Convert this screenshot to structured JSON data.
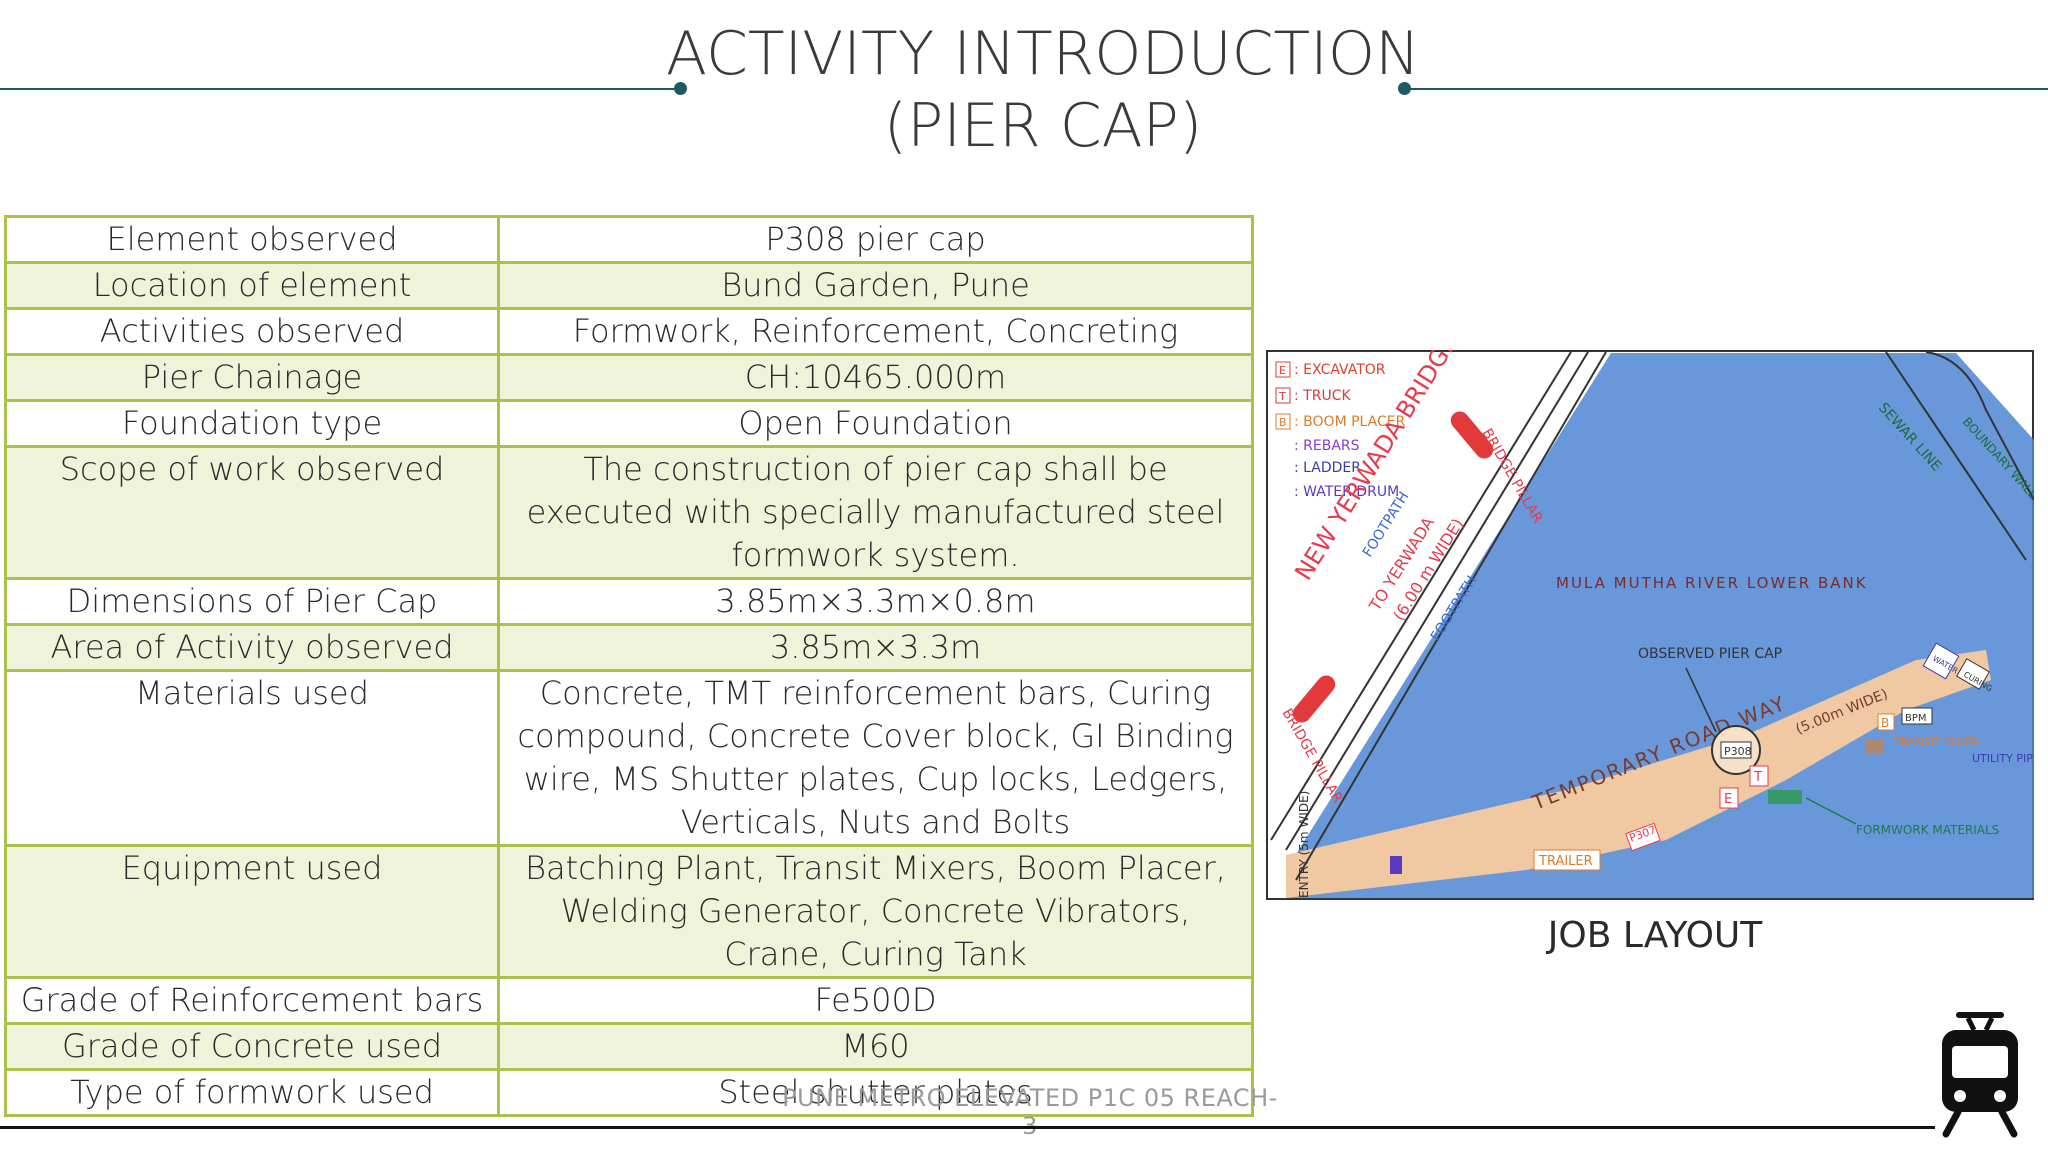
{
  "title": {
    "line1": "ACTIVITY INTRODUCTION",
    "line2": "(PIER CAP)"
  },
  "table": [
    {
      "key": "Element observed",
      "value": "P308 pier cap"
    },
    {
      "key": "Location of element",
      "value": "Bund Garden, Pune"
    },
    {
      "key": "Activities observed",
      "value": "Formwork, Reinforcement, Concreting"
    },
    {
      "key": "Pier Chainage",
      "value": "CH:10465.000m"
    },
    {
      "key": "Foundation type",
      "value": "Open Foundation"
    },
    {
      "key": "Scope of work observed",
      "value": "The construction of pier cap shall be executed with specially manufactured steel formwork system."
    },
    {
      "key": "Dimensions of Pier Cap",
      "value": "3.85m×3.3m×0.8m"
    },
    {
      "key": "Area of Activity observed",
      "value": "3.85m×3.3m"
    },
    {
      "key": "Materials used",
      "value": "Concrete, TMT reinforcement bars, Curing compound, Concrete Cover block, GI Binding wire, MS Shutter plates, Cup locks, Ledgers, Verticals, Nuts and Bolts"
    },
    {
      "key": "Equipment used",
      "value": "Batching Plant, Transit Mixers, Boom Placer, Welding Generator, Concrete Vibrators, Crane, Curing Tank"
    },
    {
      "key": "Grade of Reinforcement bars",
      "value": "Fe500D"
    },
    {
      "key": "Grade of Concrete used",
      "value": "M60"
    },
    {
      "key": "Type of formwork used",
      "value": "Steel shutter plates"
    }
  ],
  "sketch": {
    "legend": [
      {
        "code": "E",
        "label": ": EXCAVATOR"
      },
      {
        "code": "T",
        "label": ": TRUCK"
      },
      {
        "code": "B",
        "label": ": BOOM PLACER"
      },
      {
        "code": "",
        "label": ": REBARS"
      },
      {
        "code": "",
        "label": ": LADDER"
      },
      {
        "code": "",
        "label": ": WATER DRUM"
      }
    ],
    "bridge_name": "NEW YERWADA BRIDGE",
    "to_yerwada": "TO YERWADA",
    "road_width": "(6.00 m WIDE)",
    "footpath": "FOOTPATH",
    "bridge_pillar": "BRIDGE PILLAR",
    "river": "MULA MUTHA RIVER LOWER BANK",
    "sewar": "SEWAR LINE",
    "boundary": "BOUNDARY WALL",
    "observed": "OBSERVED PIER CAP",
    "roadway": "TEMPORARY ROAD WAY",
    "roadway_width": "(5.00m WIDE)",
    "p308": "P308",
    "p307": "P307",
    "trailer": "TRAILER",
    "transit_mixer": "TRANSIT MIXER",
    "formwork": "FORMWORK MATERIALS",
    "utility": "UTILITY PIPES",
    "entry": "ENTRY (5m WIDE)",
    "water_tank": "WATER TANK",
    "curing_tank": "CURING",
    "bpm": "BPM",
    "code_e": "E",
    "code_t": "T",
    "code_b": "B"
  },
  "caption": "JOB LAYOUT",
  "footer": "PUNE METRO ELEVATED P1C 05 REACH-3",
  "colors": {
    "accent_line": "#1f5a63",
    "table_border": "#a9c24a",
    "row_alt": "#eef3da",
    "river": "#4f86d4"
  },
  "icons": {
    "train": "metro-train-icon"
  }
}
